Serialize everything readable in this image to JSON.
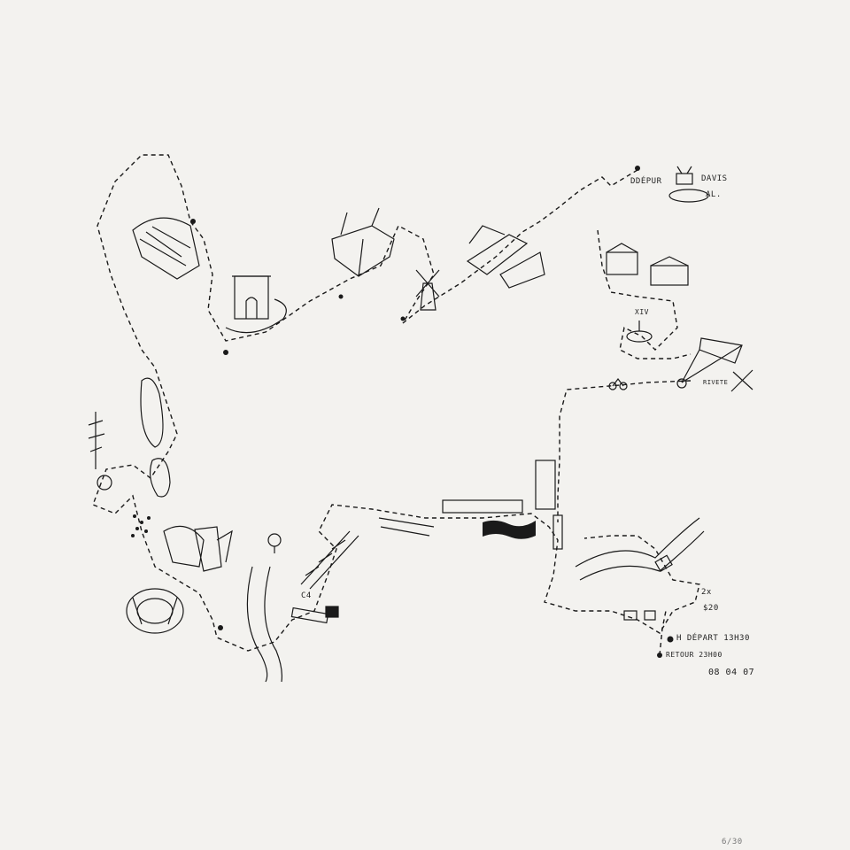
{
  "labels": {
    "start": "DDÉPUR",
    "start_tv": "DAVIS",
    "start_al": "AL.",
    "monument_roman": "XIV",
    "kite_note": "RIVETE",
    "bike_count": "2x",
    "bike_price": "$20",
    "depart": "H DÉPART 13H30",
    "retour": "RETOUR 23H00",
    "date": "08 04 07",
    "c4": "C4",
    "edition": "6/30"
  },
  "colors": {
    "paper": "#f3f2ef",
    "ink": "#1a1a1a"
  }
}
